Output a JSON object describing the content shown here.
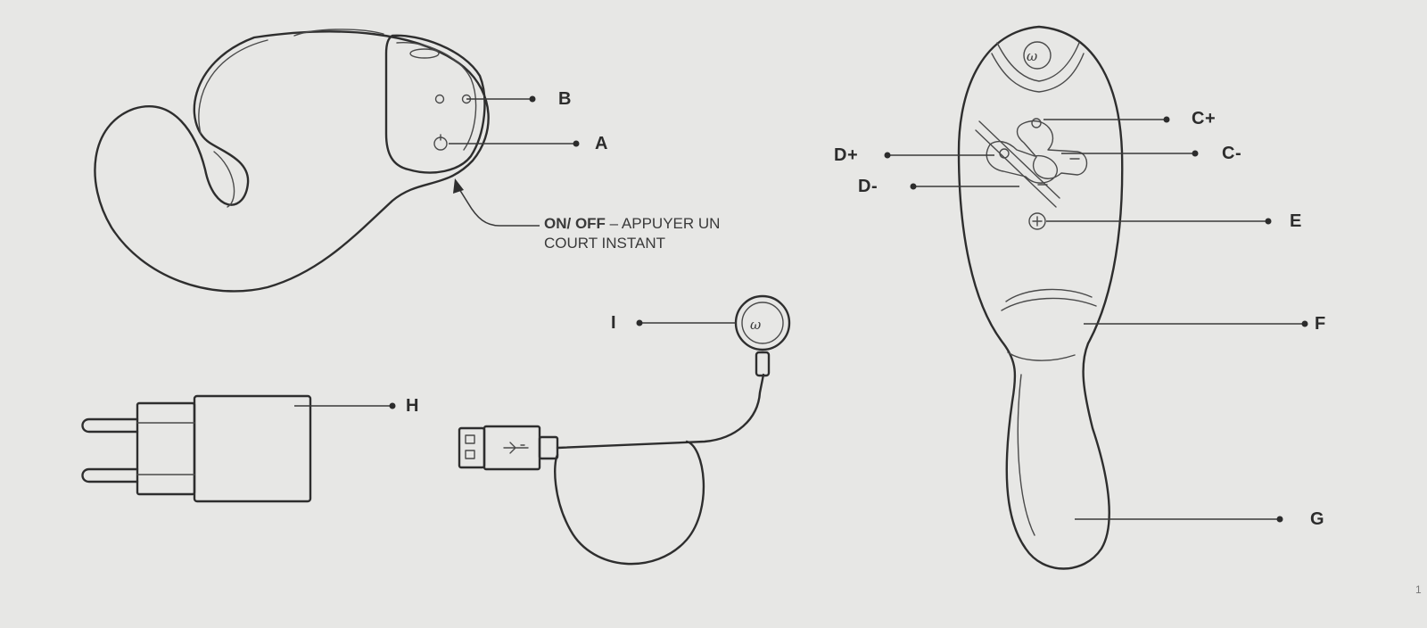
{
  "labels": {
    "a": "A",
    "b": "B",
    "c_plus": "C+",
    "c_minus": "C-",
    "d_plus": "D+",
    "d_minus": "D-",
    "e": "E",
    "f": "F",
    "g": "G",
    "h": "H",
    "i": "I"
  },
  "note": {
    "bold": "ON/ OFF",
    "rest": " – APPUYER UN",
    "line2": "COURT INSTANT"
  },
  "logo": "ω",
  "page_mark": "1"
}
